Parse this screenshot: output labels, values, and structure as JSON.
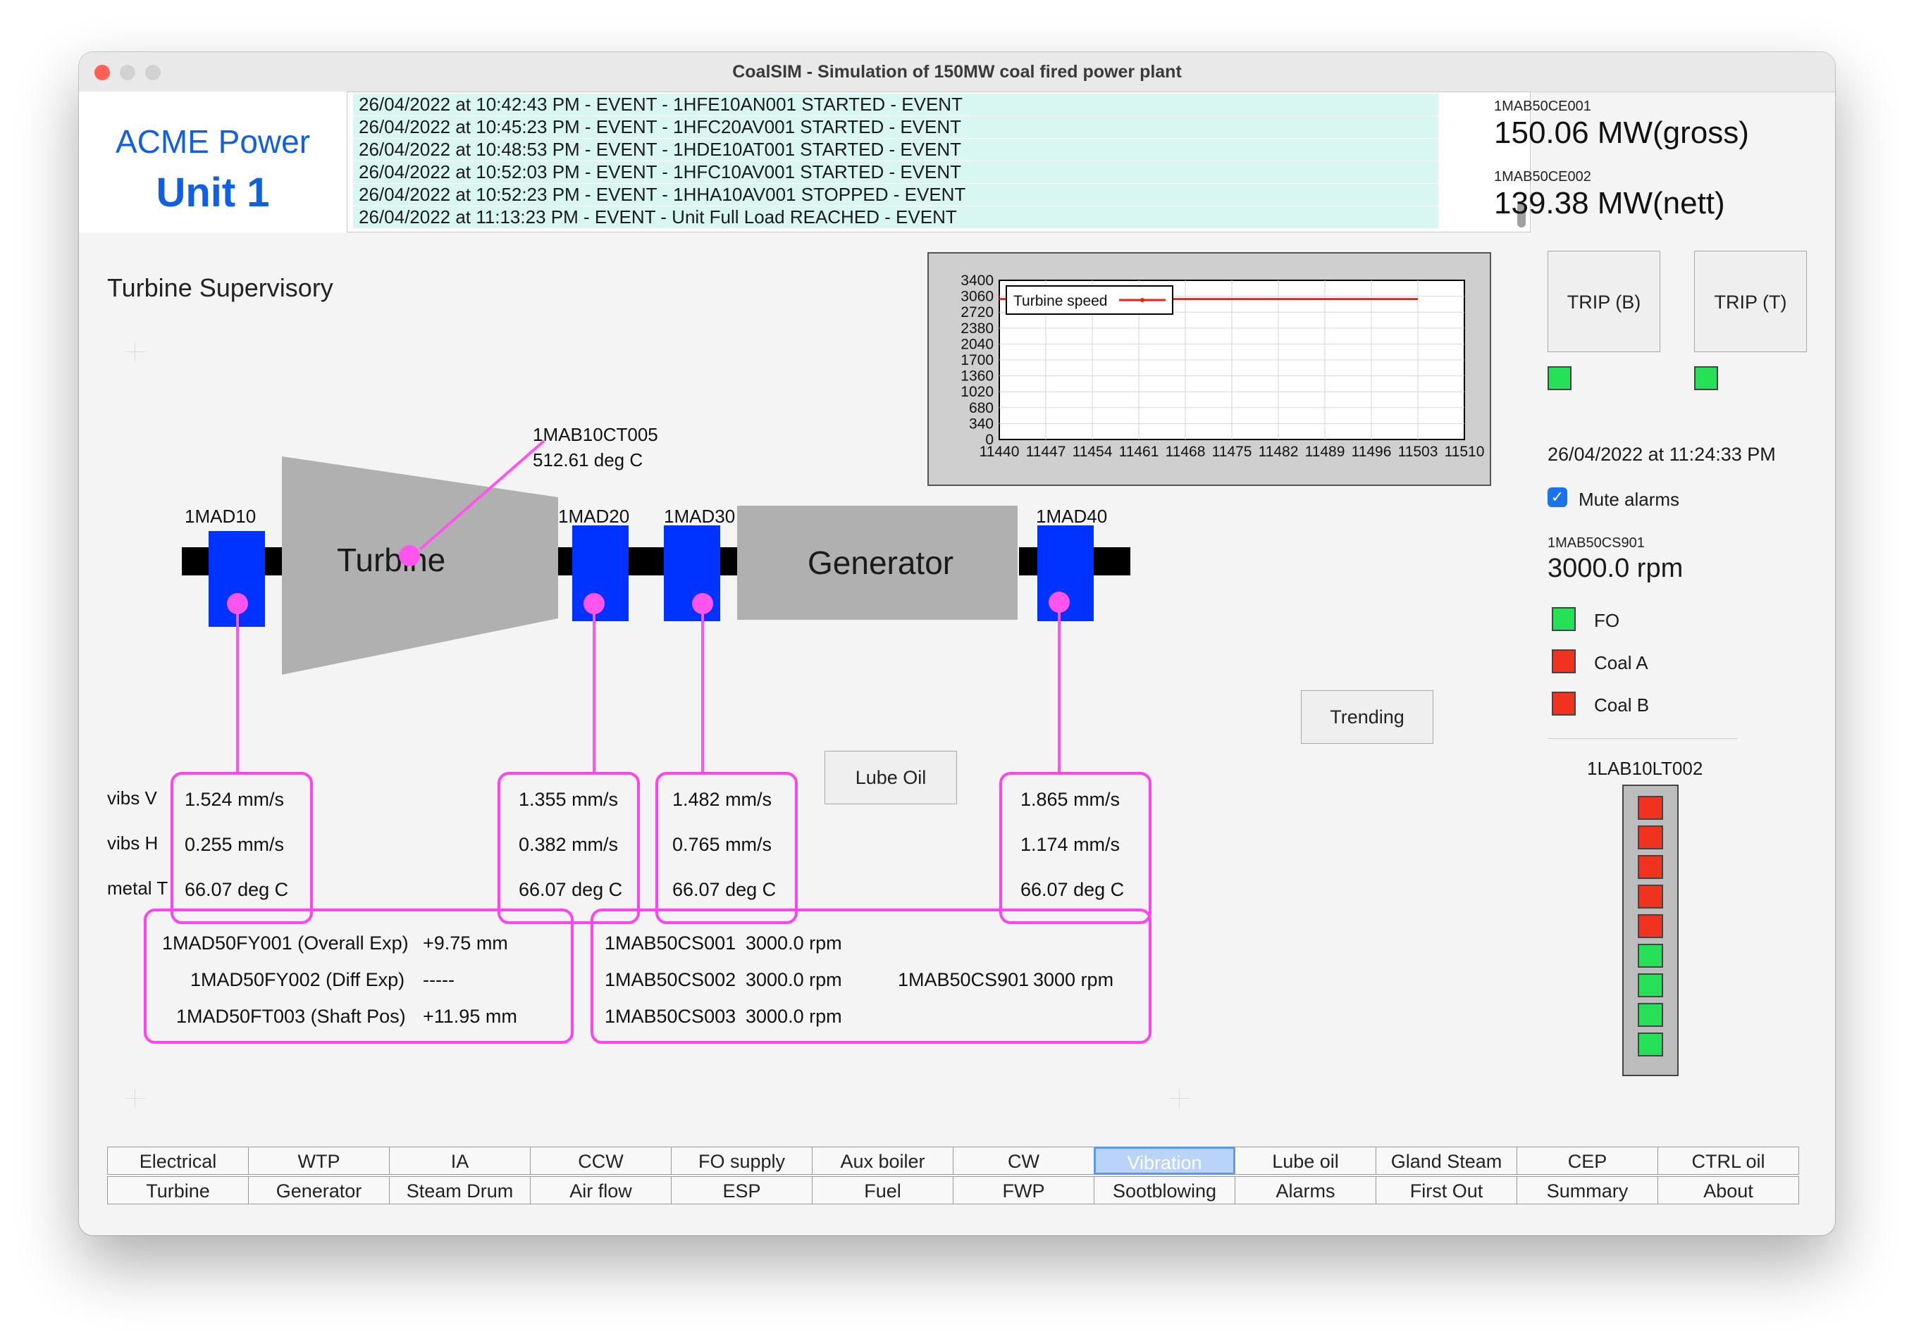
{
  "window": {
    "title": "CoalSIM - Simulation of 150MW coal fired power plant"
  },
  "brand": {
    "name": "ACME Power",
    "unit": "Unit 1"
  },
  "event_log": [
    "26/04/2022 at 10:42:43 PM - EVENT - 1HFE10AN001 STARTED - EVENT",
    "26/04/2022 at 10:45:23 PM - EVENT - 1HFC20AV001 STARTED - EVENT",
    "26/04/2022 at 10:48:53 PM - EVENT - 1HDE10AT001 STARTED - EVENT",
    "26/04/2022 at 10:52:03 PM - EVENT - 1HFC10AV001 STARTED - EVENT",
    "26/04/2022 at 10:52:23 PM - EVENT - 1HHA10AV001 STOPPED - EVENT",
    "26/04/2022 at 11:13:23 PM - EVENT - Unit Full Load REACHED - EVENT"
  ],
  "power": {
    "gross_tag": "1MAB50CE001",
    "gross_value": "150.06 MW(gross)",
    "nett_tag": "1MAB50CE002",
    "nett_value": "139.38 MW(nett)"
  },
  "section_title": "Turbine Supervisory",
  "trend": {
    "legend": "Turbine speed",
    "y_ticks": [
      "3400",
      "3060",
      "2720",
      "2380",
      "2040",
      "1700",
      "1360",
      "1020",
      "680",
      "340",
      "0"
    ],
    "x_ticks": [
      "11440",
      "11447",
      "11454",
      "11461",
      "11468",
      "11475",
      "11482",
      "11489",
      "11496",
      "11503",
      "11510"
    ],
    "line_color": "#ee2211"
  },
  "chart_data": {
    "type": "line",
    "title": "",
    "xlabel": "",
    "ylabel": "",
    "xlim": [
      11440,
      11510
    ],
    "ylim": [
      0,
      3400
    ],
    "grid": true,
    "legend_position": "top-left",
    "series": [
      {
        "name": "Turbine speed",
        "x": [
          11440,
          11503
        ],
        "values": [
          3000,
          3000
        ]
      }
    ]
  },
  "trip": {
    "b_label": "TRIP (B)",
    "t_label": "TRIP (T)",
    "b_status_color": "#26e058",
    "t_status_color": "#26e058"
  },
  "status": {
    "datetime": "26/04/2022 at 11:24:33 PM",
    "mute_label": "Mute alarms",
    "mute_checked": true,
    "speed_tag": "1MAB50CS901",
    "speed_value": "3000.0 rpm",
    "indicators": [
      {
        "label": "FO",
        "color": "green"
      },
      {
        "label": "Coal A",
        "color": "red"
      },
      {
        "label": "Coal B",
        "color": "red"
      }
    ],
    "level_tag": "1LAB10LT002",
    "level_lamps": [
      "red",
      "red",
      "red",
      "red",
      "red",
      "green",
      "green",
      "green",
      "green"
    ]
  },
  "diagram": {
    "turbine_label": "Turbine",
    "generator_label": "Generator",
    "temp_tag": "1MAB10CT005",
    "temp_value": "512.61 deg C",
    "bearings": [
      "1MAD10",
      "1MAD20",
      "1MAD30",
      "1MAD40"
    ]
  },
  "vib_labels": {
    "v": "vibs V",
    "h": "vibs H",
    "t": "metal T"
  },
  "vib": [
    {
      "v": "1.524 mm/s",
      "h": "0.255 mm/s",
      "t": "66.07 deg C"
    },
    {
      "v": "1.355 mm/s",
      "h": "0.382 mm/s",
      "t": "66.07 deg C"
    },
    {
      "v": "1.482 mm/s",
      "h": "0.765 mm/s",
      "t": "66.07 deg C"
    },
    {
      "v": "1.865 mm/s",
      "h": "1.174 mm/s",
      "t": "66.07 deg C"
    }
  ],
  "buttons": {
    "lube_oil": "Lube Oil",
    "trending": "Trending"
  },
  "expansion": [
    {
      "label": "1MAD50FY001 (Overall Exp)",
      "value": "+9.75 mm"
    },
    {
      "label": "1MAD50FY002 (Diff Exp)",
      "value": "-----"
    },
    {
      "label": "1MAD50FT003 (Shaft Pos)",
      "value": "+11.95 mm"
    }
  ],
  "speeds": [
    {
      "label": "1MAB50CS001",
      "value": "3000.0 rpm"
    },
    {
      "label": "1MAB50CS002",
      "value": "3000.0 rpm"
    },
    {
      "label": "1MAB50CS003",
      "value": "3000.0 rpm"
    }
  ],
  "speed_extra": {
    "label": "1MAB50CS901",
    "value": "3000 rpm"
  },
  "tabs_row1": [
    "Electrical",
    "WTP",
    "IA",
    "CCW",
    "FO supply",
    "Aux boiler",
    "CW",
    "Vibration",
    "Lube oil",
    "Gland Steam",
    "CEP",
    "CTRL oil"
  ],
  "tabs_row2": [
    "Turbine",
    "Generator",
    "Steam Drum",
    "Air flow",
    "ESP",
    "Fuel",
    "FWP",
    "Sootblowing",
    "Alarms",
    "First Out",
    "Summary",
    "About"
  ],
  "active_tab": "Vibration"
}
